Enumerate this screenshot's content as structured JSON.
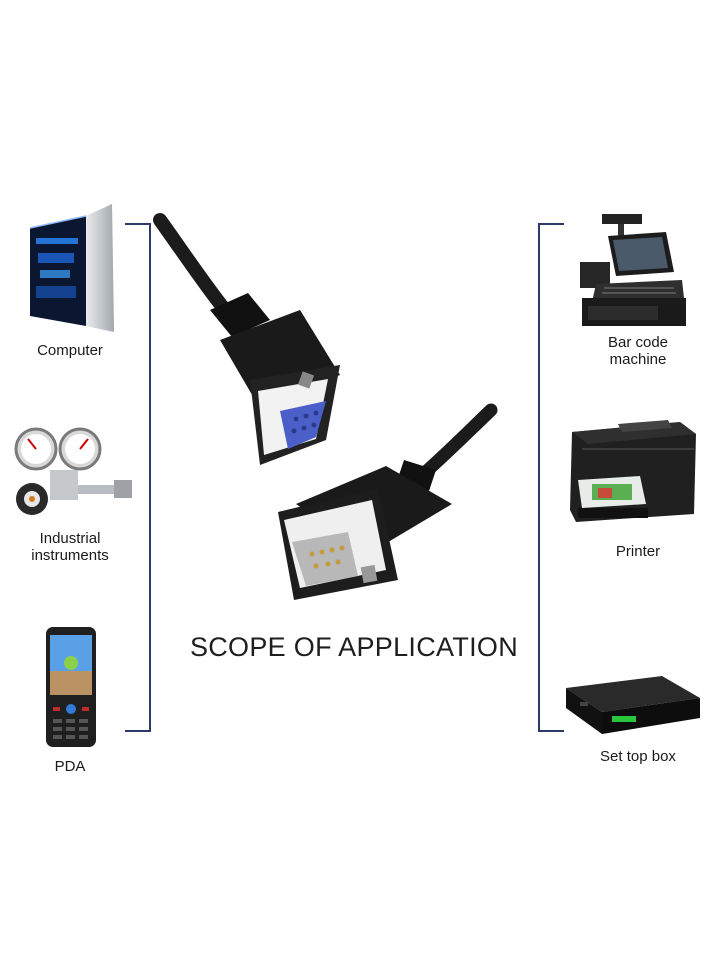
{
  "title": "SCOPE OF APPLICATION",
  "left_devices": [
    {
      "label": "Computer",
      "icon": "computer-icon"
    },
    {
      "label": "Industrial\ninstruments",
      "icon": "instruments-icon"
    },
    {
      "label": "PDA",
      "icon": "pda-icon"
    }
  ],
  "right_devices": [
    {
      "label": "Bar code\nmachine",
      "icon": "barcode-machine-icon"
    },
    {
      "label": "Printer",
      "icon": "printer-icon"
    },
    {
      "label": "Set top box",
      "icon": "set-top-box-icon"
    }
  ],
  "colors": {
    "bracket": "#2b3b66",
    "connector_blue": "#4a5fc8"
  }
}
